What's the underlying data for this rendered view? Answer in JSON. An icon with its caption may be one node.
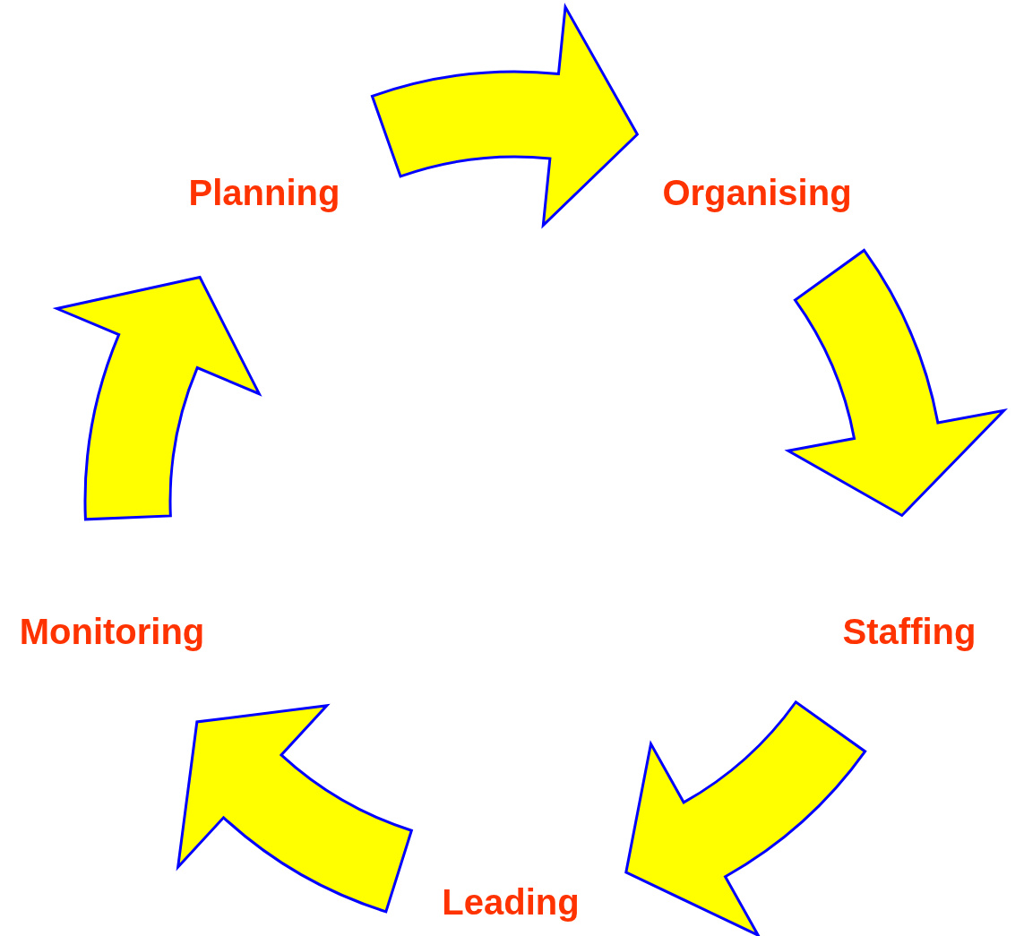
{
  "diagram": {
    "nodes": [
      {
        "text": [
          "Planning"
        ]
      },
      {
        "text": [
          "Organising"
        ]
      },
      {
        "text": [
          "Staffing"
        ]
      },
      {
        "text": [
          "Leading"
        ]
      },
      {
        "text": [
          "Monitoring"
        ]
      }
    ],
    "edges": [
      {
        "from": 0,
        "to": 1,
        "arrow": "to"
      },
      {
        "from": 1,
        "to": 2,
        "arrow": "to"
      },
      {
        "from": 2,
        "to": 3,
        "arrow": "to"
      },
      {
        "from": 3,
        "to": 4,
        "arrow": "to"
      },
      {
        "from": 4,
        "to": 0,
        "arrow": "to"
      }
    ]
  }
}
